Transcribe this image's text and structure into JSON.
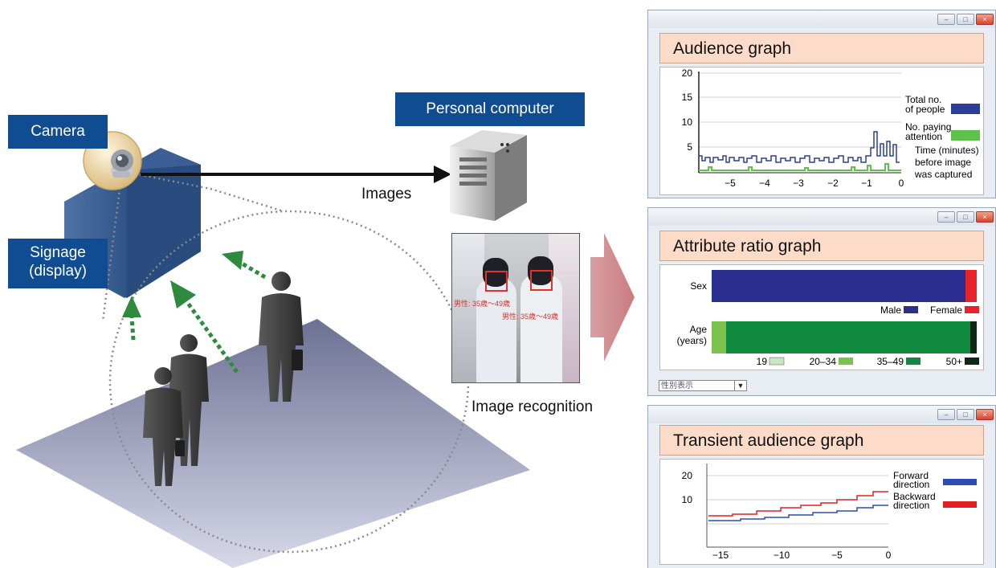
{
  "scene": {
    "camera_label": "Camera",
    "signage_label_line1": "Signage",
    "signage_label_line2": "(display)",
    "pc_label": "Personal computer",
    "images_label": "Images",
    "image_recognition_label": "Image recognition",
    "face_label_1": "男性: 35歳～49歳",
    "face_label_2": "男性: 35歳～49歳"
  },
  "audience_window": {
    "title": "Audience graph",
    "y_ticks": [
      "20",
      "15",
      "10",
      "5"
    ],
    "x_ticks": [
      "−5",
      "−4",
      "−3",
      "−2",
      "−1",
      "0"
    ],
    "legend_total_line1": "Total no.",
    "legend_total_line2": "of people",
    "legend_attention_line1": "No. paying",
    "legend_attention_line2": "attention",
    "xaxis_line1": "Time (minutes)",
    "xaxis_line2": "before image",
    "xaxis_line3": "was captured",
    "colors": {
      "total": "#2b3f9a",
      "attention": "#5cc24a"
    }
  },
  "attribute_window": {
    "title": "Attribute ratio graph",
    "sex_label": "Sex",
    "age_label_line1": "Age",
    "age_label_line2": "(years)",
    "legend_male": "Male",
    "legend_female": "Female",
    "legend_19": "19",
    "legend_20_34": "20–34",
    "legend_35_49": "35–49",
    "legend_50": "50+",
    "dropdown_value": "性別表示",
    "colors": {
      "male": "#2b3090",
      "female": "#e8222b",
      "age19": "#c7e7c3",
      "age20_34": "#7cc24e",
      "age35_49": "#0f8a3e",
      "age50": "#0b2a16"
    }
  },
  "transient_window": {
    "title": "Transient audience graph",
    "y_ticks": [
      "20",
      "10"
    ],
    "x_ticks": [
      "−15",
      "−10",
      "−5",
      "0"
    ],
    "legend_forward_line1": "Forward",
    "legend_forward_line2": "direction",
    "legend_backward_line1": "Backward",
    "legend_backward_line2": "direction",
    "colors": {
      "forward": "#2b4cb3",
      "backward": "#e02020"
    }
  }
}
